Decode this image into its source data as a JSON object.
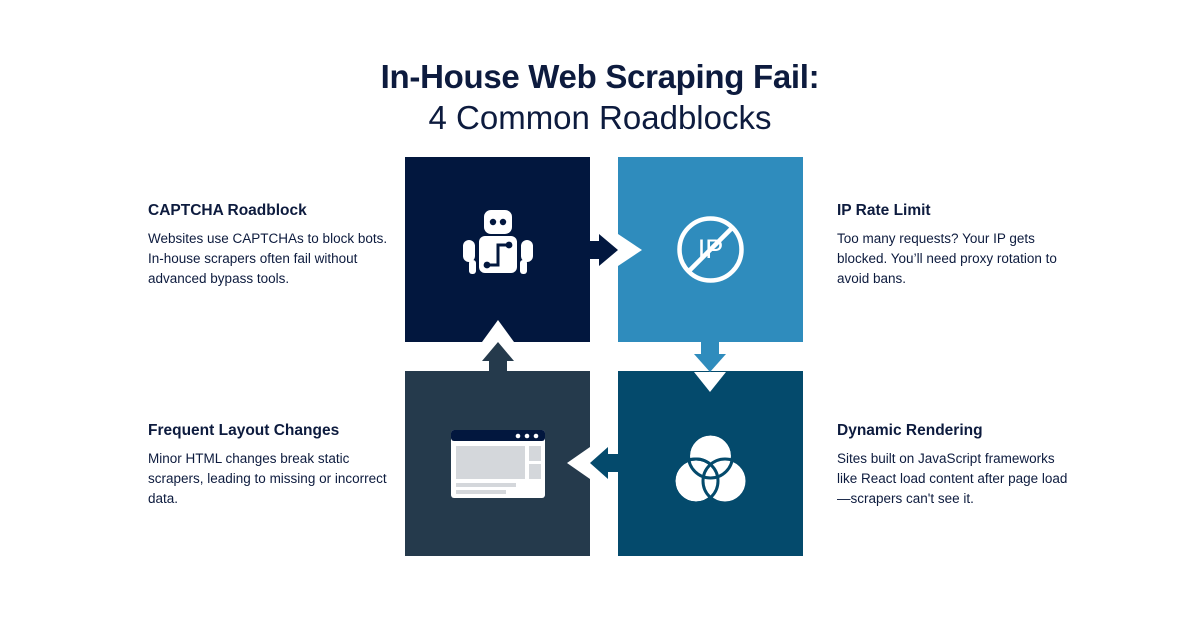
{
  "header": {
    "title": "In-House Web Scraping Fail:",
    "subtitle": "4 Common Roadblocks"
  },
  "blocks": {
    "captcha": {
      "heading": "CAPTCHA Roadblock",
      "text": "Websites use CAPTCHAs to block bots. In-house scrapers often fail without advanced bypass tools.",
      "icon": "robot-icon",
      "color": "#02173e"
    },
    "ip": {
      "heading": "IP Rate Limit",
      "text": "Too many requests? Your IP gets blocked. You’ll need proxy rotation to avoid bans.",
      "icon": "ip-blocked-icon",
      "icon_text": "IP",
      "color": "#2f8cbd"
    },
    "layout": {
      "heading": "Frequent Layout Changes",
      "text": "Minor HTML changes break static scrapers, leading to missing or incorrect data.",
      "icon": "browser-window-icon",
      "color": "#253a4c"
    },
    "dynamic": {
      "heading": "Dynamic Rendering",
      "text": "Sites built on JavaScript frameworks like React load content after page load—scrapers can't see it.",
      "icon": "venn-circles-icon",
      "color": "#044a6c"
    }
  }
}
